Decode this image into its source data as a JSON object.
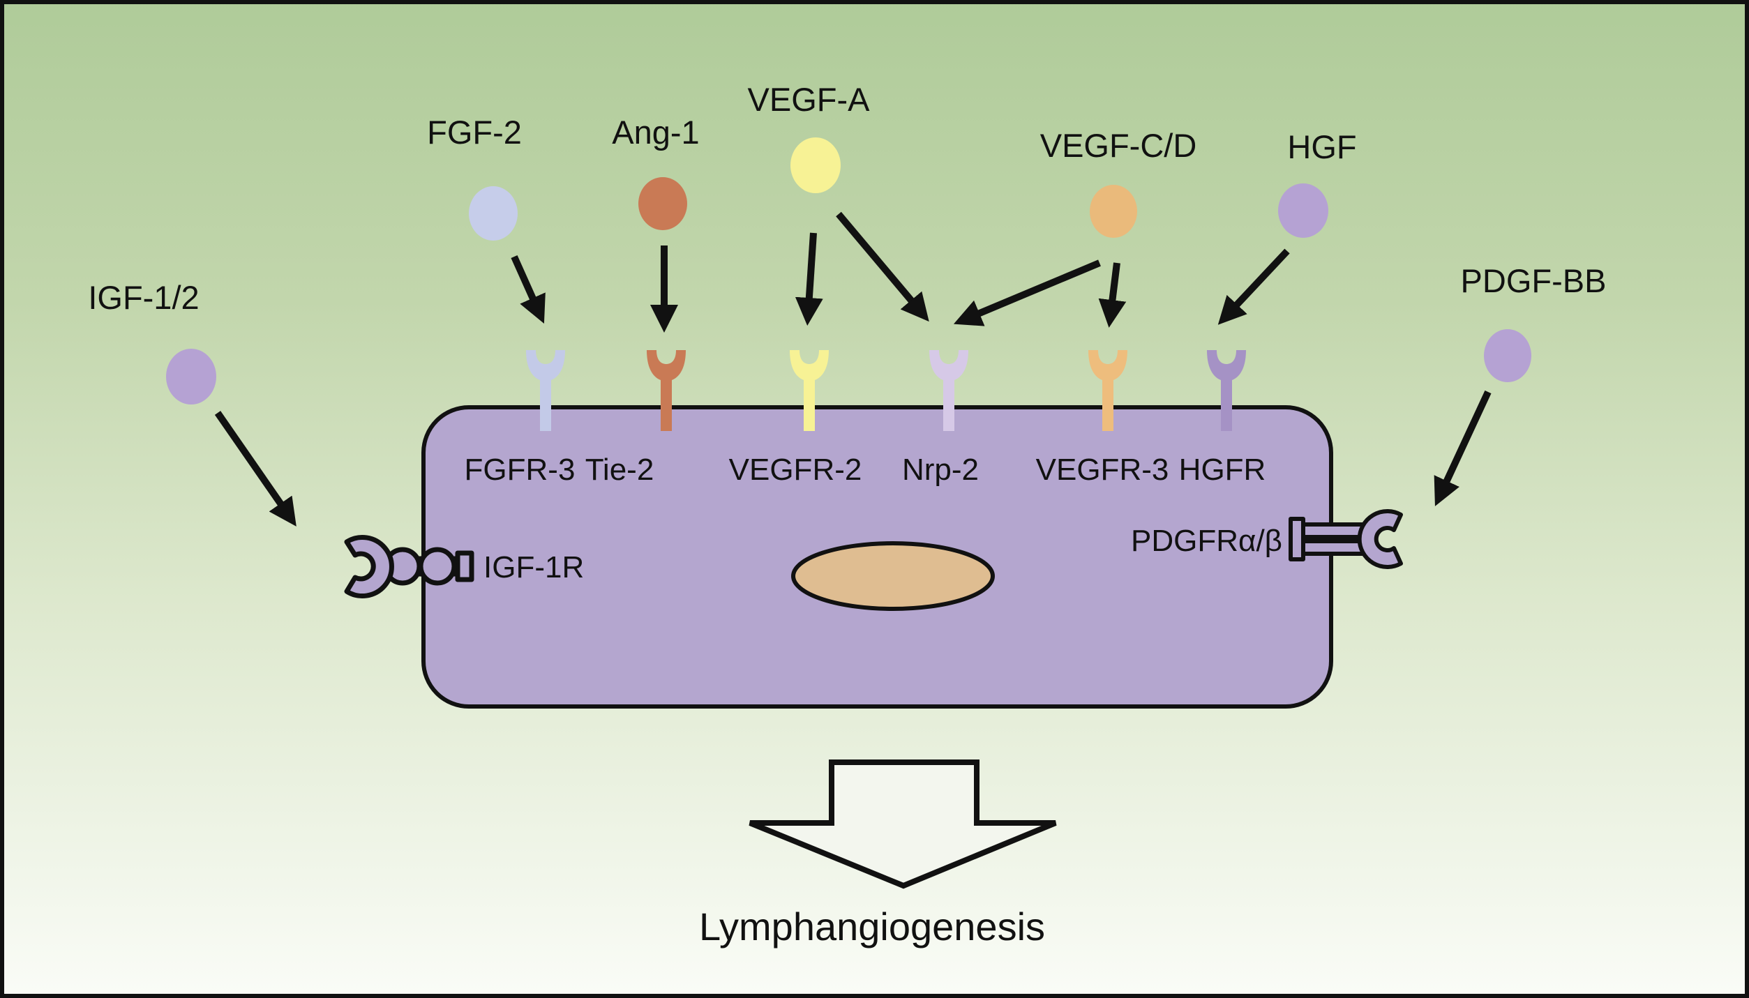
{
  "figure": {
    "outcome_label": "Lymphangiogenesis",
    "background": {
      "top": "#afcb99",
      "upper_mid": "#c2d6ac",
      "lower_mid": "#dde8cd",
      "bottom": "#fafcf7"
    },
    "cell": {
      "fill": "#b4a6cf",
      "nucleus_fill": "#dfbd91",
      "outline": "#111111"
    },
    "ligands": {
      "igf12": {
        "label": "IGF-1/2",
        "color": "#b5a2d3"
      },
      "fgf2": {
        "label": "FGF-2",
        "color": "#c6cdea"
      },
      "ang1": {
        "label": "Ang-1",
        "color": "#c97a55"
      },
      "vegfa": {
        "label": "VEGF-A",
        "color": "#f7f295"
      },
      "vegfcd": {
        "label": "VEGF-C/D",
        "color": "#eaba7b"
      },
      "hgf": {
        "label": "HGF",
        "color": "#b5a2d3"
      },
      "pdgfbb": {
        "label": "PDGF-BB",
        "color": "#b5a2d3"
      }
    },
    "receptors": {
      "fgfr3": {
        "label": "FGFR-3",
        "color": "#c3cae8"
      },
      "tie2": {
        "label": "Tie-2",
        "color": "#c97a55"
      },
      "vegfr2": {
        "label": "VEGFR-2",
        "color": "#f7f295"
      },
      "nrp2": {
        "label": "Nrp-2",
        "color": "#d6c9e7"
      },
      "vegfr3": {
        "label": "VEGFR-3",
        "color": "#eebd7d"
      },
      "hgfr": {
        "label": "HGFR",
        "color": "#a592c5"
      },
      "igf1r": {
        "label": "IGF-1R",
        "color": "#b4a6cf"
      },
      "pdgfr_ab": {
        "label": "PDGFRα/β",
        "color": "#b4a6cf"
      }
    }
  }
}
